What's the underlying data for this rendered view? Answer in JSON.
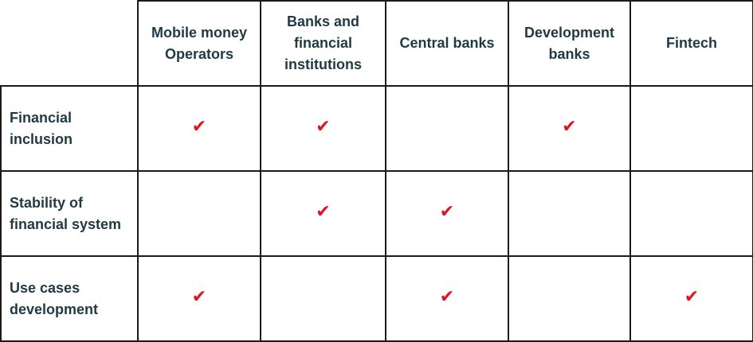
{
  "colors": {
    "text": "#1f3a44",
    "check": "#e0141e",
    "border": "#1a1a1a"
  },
  "check_glyph": "✔",
  "columns": [
    "Mobile money Operators",
    "Banks and financial institutions",
    "Central banks",
    "Development banks",
    "Fintech"
  ],
  "rows": [
    {
      "label": "Financial inclusion",
      "checks": [
        true,
        true,
        false,
        true,
        false
      ]
    },
    {
      "label": "Stability of financial system",
      "checks": [
        false,
        true,
        true,
        false,
        false
      ]
    },
    {
      "label": "Use cases development",
      "checks": [
        true,
        false,
        true,
        false,
        true
      ]
    }
  ]
}
